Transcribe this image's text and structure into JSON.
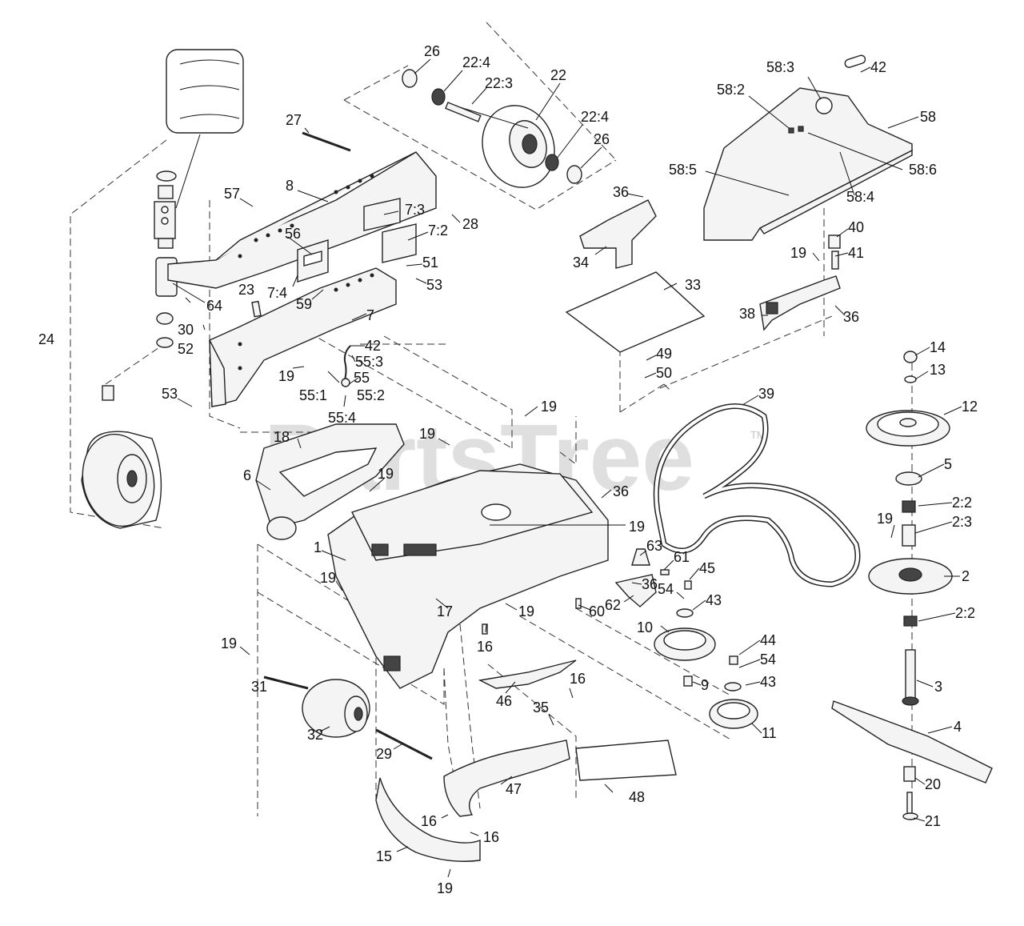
{
  "watermark": {
    "brand": "PartsTree",
    "tm": "TM"
  },
  "callouts": [
    {
      "id": "c-26a",
      "label": "26"
    },
    {
      "id": "c-22-4a",
      "label": "22:4"
    },
    {
      "id": "c-22-3",
      "label": "22:3"
    },
    {
      "id": "c-22",
      "label": "22"
    },
    {
      "id": "c-22-4b",
      "label": "22:4"
    },
    {
      "id": "c-26b",
      "label": "26"
    },
    {
      "id": "c-27",
      "label": "27"
    },
    {
      "id": "c-8",
      "label": "8"
    },
    {
      "id": "c-57",
      "label": "57"
    },
    {
      "id": "c-7-3",
      "label": "7:3"
    },
    {
      "id": "c-7-2",
      "label": "7:2"
    },
    {
      "id": "c-28",
      "label": "28"
    },
    {
      "id": "c-56",
      "label": "56"
    },
    {
      "id": "c-51",
      "label": "51"
    },
    {
      "id": "c-53a",
      "label": "53"
    },
    {
      "id": "c-23",
      "label": "23"
    },
    {
      "id": "c-7-4",
      "label": "7:4"
    },
    {
      "id": "c-59",
      "label": "59"
    },
    {
      "id": "c-64",
      "label": "64"
    },
    {
      "id": "c-7",
      "label": "7"
    },
    {
      "id": "c-30",
      "label": "30"
    },
    {
      "id": "c-24",
      "label": "24"
    },
    {
      "id": "c-52",
      "label": "52"
    },
    {
      "id": "c-42a",
      "label": "42"
    },
    {
      "id": "c-55-3",
      "label": "55:3"
    },
    {
      "id": "c-19a",
      "label": "19"
    },
    {
      "id": "c-55",
      "label": "55"
    },
    {
      "id": "c-55-1",
      "label": "55:1"
    },
    {
      "id": "c-55-2",
      "label": "55:2"
    },
    {
      "id": "c-53b",
      "label": "53"
    },
    {
      "id": "c-55-4",
      "label": "55:4"
    },
    {
      "id": "c-19b",
      "label": "19"
    },
    {
      "id": "c-19c",
      "label": "19"
    },
    {
      "id": "c-18",
      "label": "18"
    },
    {
      "id": "c-6",
      "label": "6"
    },
    {
      "id": "c-19d",
      "label": "19"
    },
    {
      "id": "c-36a",
      "label": "36"
    },
    {
      "id": "c-19e",
      "label": "19"
    },
    {
      "id": "c-1",
      "label": "1"
    },
    {
      "id": "c-19f",
      "label": "19"
    },
    {
      "id": "c-19g",
      "label": "19"
    },
    {
      "id": "c-17",
      "label": "17"
    },
    {
      "id": "c-16a",
      "label": "16"
    },
    {
      "id": "c-60",
      "label": "60"
    },
    {
      "id": "c-19h",
      "label": "19"
    },
    {
      "id": "c-31",
      "label": "31"
    },
    {
      "id": "c-32",
      "label": "32"
    },
    {
      "id": "c-46",
      "label": "46"
    },
    {
      "id": "c-16b",
      "label": "16"
    },
    {
      "id": "c-35",
      "label": "35"
    },
    {
      "id": "c-29",
      "label": "29"
    },
    {
      "id": "c-47",
      "label": "47"
    },
    {
      "id": "c-48",
      "label": "48"
    },
    {
      "id": "c-16c",
      "label": "16"
    },
    {
      "id": "c-16d",
      "label": "16"
    },
    {
      "id": "c-15",
      "label": "15"
    },
    {
      "id": "c-19i",
      "label": "19"
    },
    {
      "id": "c-36b",
      "label": "36"
    },
    {
      "id": "c-34",
      "label": "34"
    },
    {
      "id": "c-33",
      "label": "33"
    },
    {
      "id": "c-49",
      "label": "49"
    },
    {
      "id": "c-50",
      "label": "50"
    },
    {
      "id": "c-39",
      "label": "39"
    },
    {
      "id": "c-58-3",
      "label": "58:3"
    },
    {
      "id": "c-42b",
      "label": "42"
    },
    {
      "id": "c-58-2",
      "label": "58:2"
    },
    {
      "id": "c-58",
      "label": "58"
    },
    {
      "id": "c-58-5",
      "label": "58:5"
    },
    {
      "id": "c-58-6",
      "label": "58:6"
    },
    {
      "id": "c-58-4",
      "label": "58:4"
    },
    {
      "id": "c-40",
      "label": "40"
    },
    {
      "id": "c-19j",
      "label": "19"
    },
    {
      "id": "c-41",
      "label": "41"
    },
    {
      "id": "c-38",
      "label": "38"
    },
    {
      "id": "c-36c",
      "label": "36"
    },
    {
      "id": "c-14",
      "label": "14"
    },
    {
      "id": "c-13",
      "label": "13"
    },
    {
      "id": "c-12",
      "label": "12"
    },
    {
      "id": "c-5",
      "label": "5"
    },
    {
      "id": "c-2-2a",
      "label": "2:2"
    },
    {
      "id": "c-19k",
      "label": "19"
    },
    {
      "id": "c-2-3",
      "label": "2:3"
    },
    {
      "id": "c-2",
      "label": "2"
    },
    {
      "id": "c-2-2b",
      "label": "2:2"
    },
    {
      "id": "c-3",
      "label": "3"
    },
    {
      "id": "c-4",
      "label": "4"
    },
    {
      "id": "c-20",
      "label": "20"
    },
    {
      "id": "c-21",
      "label": "21"
    },
    {
      "id": "c-63",
      "label": "63"
    },
    {
      "id": "c-61",
      "label": "61"
    },
    {
      "id": "c-45",
      "label": "45"
    },
    {
      "id": "c-54a",
      "label": "54"
    },
    {
      "id": "c-36d",
      "label": "36"
    },
    {
      "id": "c-43a",
      "label": "43"
    },
    {
      "id": "c-62",
      "label": "62"
    },
    {
      "id": "c-10",
      "label": "10"
    },
    {
      "id": "c-44",
      "label": "44"
    },
    {
      "id": "c-54b",
      "label": "54"
    },
    {
      "id": "c-43b",
      "label": "43"
    },
    {
      "id": "c-9",
      "label": "9"
    },
    {
      "id": "c-11",
      "label": "11"
    }
  ]
}
